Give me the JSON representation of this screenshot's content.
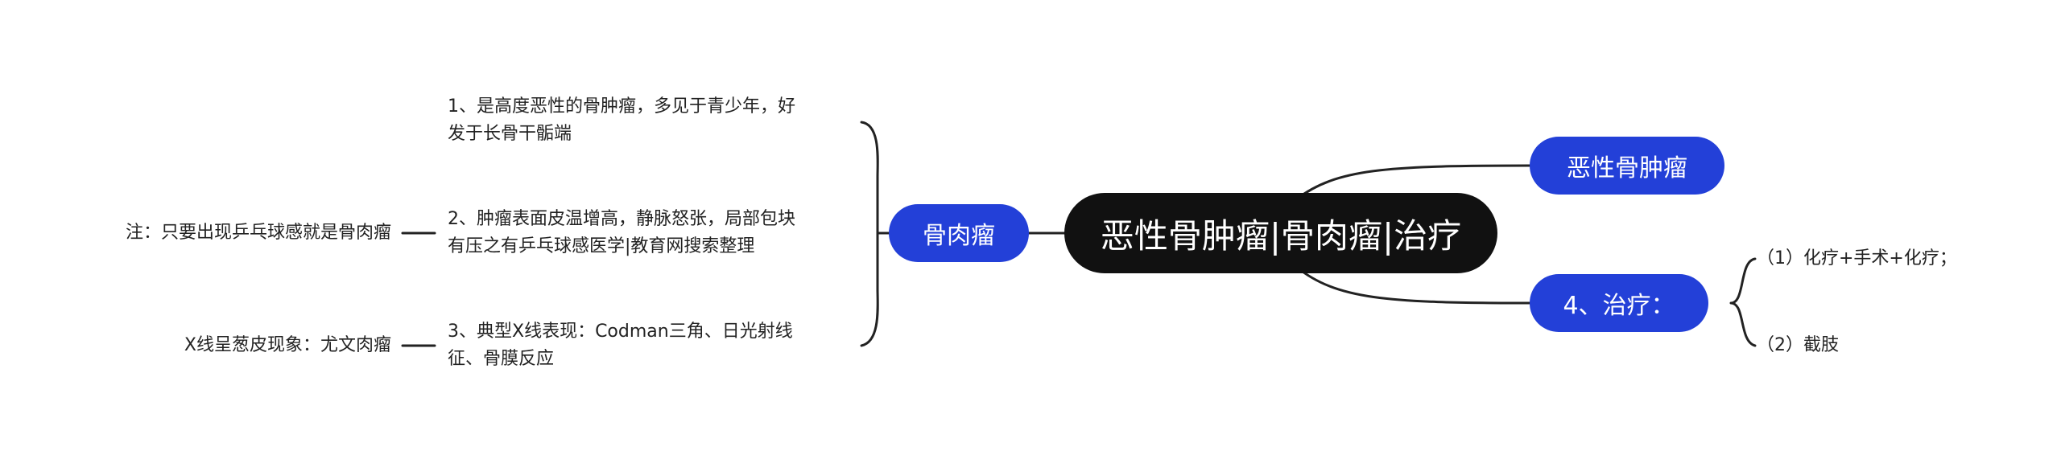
{
  "colors": {
    "center_bg": "#111111",
    "branch_bg": "#2340d8",
    "line": "#222222"
  },
  "center": {
    "title": "恶性骨肿瘤|骨肉瘤|治疗"
  },
  "right": {
    "branch1": {
      "label": "恶性骨肿瘤"
    },
    "branch2": {
      "label": "4、治疗：",
      "items": [
        "（1）化疗+手术+化疗；",
        "（2）截肢"
      ]
    }
  },
  "left": {
    "branch": {
      "label": "骨肉瘤"
    },
    "items": [
      {
        "line1": "1、是高度恶性的骨肿瘤，多见于青少年，好",
        "line2": "发于长骨干骺端"
      },
      {
        "line1": "2、肿瘤表面皮温增高，静脉怒张，局部包块",
        "line2": "有压之有乒乓球感医学|教育网搜索整理",
        "note": "注：只要出现乒乓球感就是骨肉瘤"
      },
      {
        "line1": "3、典型X线表现：Codman三角、日光射线",
        "line2": "征、骨膜反应",
        "note": "X线呈葱皮现象：尤文肉瘤"
      }
    ]
  }
}
